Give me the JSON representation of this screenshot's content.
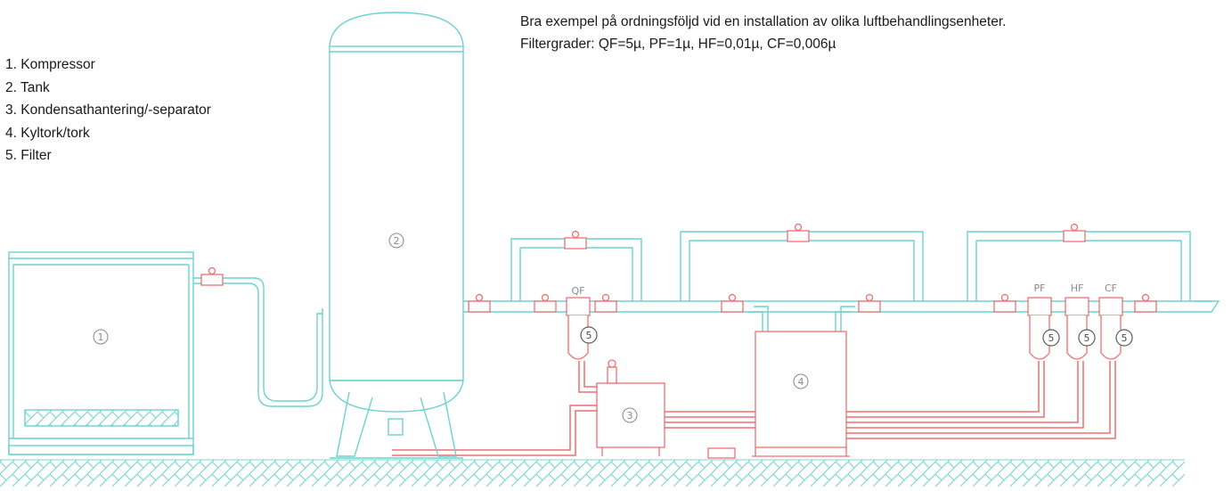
{
  "legend": {
    "items": [
      {
        "num": "1",
        "label": "1. Kompressor"
      },
      {
        "num": "2",
        "label": "2. Tank"
      },
      {
        "num": "3",
        "label": "3. Kondensathantering/-separator"
      },
      {
        "num": "4",
        "label": "4. Kyltork/tork"
      },
      {
        "num": "5",
        "label": "5. Filter"
      }
    ]
  },
  "caption": {
    "line1": "Bra exempel på ordningsföljd vid en installation av olika luftbehandlingsenheter.",
    "line2": "Filtergrader: QF=5µ, PF=1µ, HF=0,01µ, CF=0,006µ"
  },
  "diagram": {
    "unit_labels": {
      "compressor": "1",
      "tank": "2",
      "separator": "3",
      "dryer": "4",
      "filter": "5"
    },
    "filter_labels": {
      "qf": "QF",
      "pf": "PF",
      "hf": "HF",
      "cf": "CF"
    },
    "colors": {
      "air_line": "#6cd3d0",
      "condensate_line": "#ef6f6f",
      "ground": "#7fd6d2",
      "unit_outline": "#6cd3d0",
      "label_circle": "#8a8a8a"
    }
  }
}
